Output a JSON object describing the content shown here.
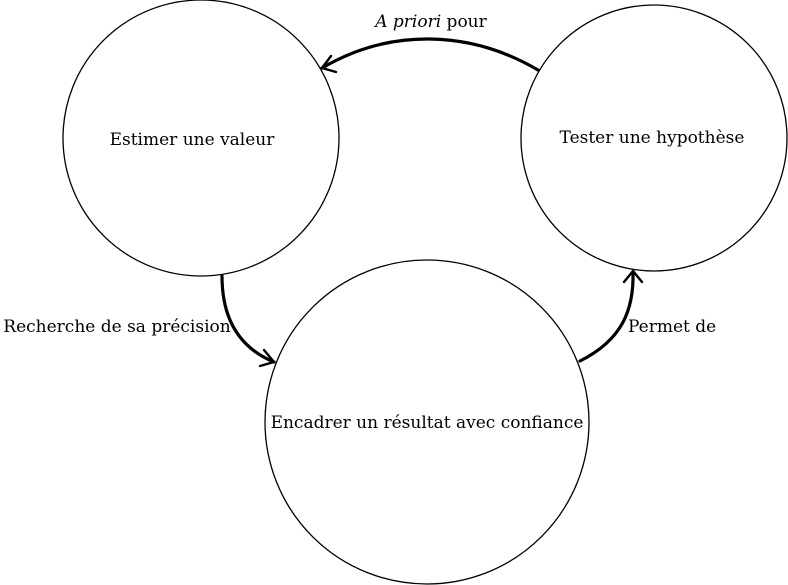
{
  "nodes": {
    "estimate": {
      "label": "Estimer une valeur"
    },
    "test": {
      "label": "Tester une hypothèse"
    },
    "interval": {
      "label": "Encadrer un résultat avec confiance"
    }
  },
  "edges": {
    "test_to_estimate": {
      "label_italic": "A priori",
      "label_rest": " pour"
    },
    "estimate_to_interval": {
      "label": "Recherche de sa précision"
    },
    "interval_to_test": {
      "label": "Permet de"
    }
  }
}
